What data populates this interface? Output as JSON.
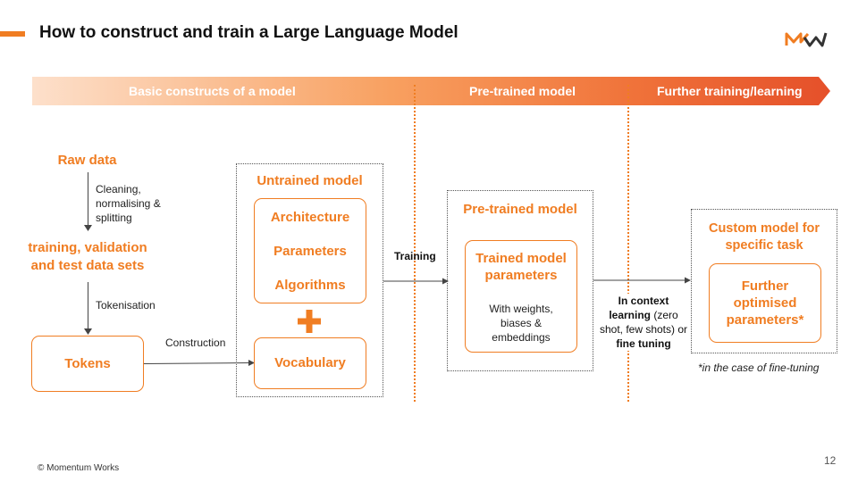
{
  "header": {
    "title": "How to construct and train a Large Language Model",
    "logo_icon": "momentum-works-logo-icon"
  },
  "banner": {
    "stage1": "Basic constructs of a model",
    "stage2": "Pre-trained model",
    "stage3": "Further training/learning"
  },
  "data_flow": {
    "raw_data": "Raw data",
    "step1_note": "Cleaning, normalising & splitting",
    "datasets": "training, validation and test data sets",
    "step2_note": "Tokenisation",
    "tokens": "Tokens",
    "step3_note": "Construction"
  },
  "untrained": {
    "title": "Untrained model",
    "items": [
      "Architecture",
      "Parameters",
      "Algorithms"
    ],
    "plus_icon": "plus-icon",
    "vocabulary": "Vocabulary"
  },
  "training_label": "Training",
  "pretrained": {
    "title": "Pre-trained model",
    "box_title": "Trained model parameters",
    "box_note": "With weights, biases & embeddings"
  },
  "transition": {
    "bold1": "In context learning",
    "normal1": " (zero shot, few shots) or ",
    "bold2": "fine tuning"
  },
  "custom": {
    "title": "Custom model for specific task",
    "box": "Further optimised parameters*",
    "footnote": "*in the case of fine-tuning"
  },
  "footer": {
    "copyright": "© Momentum Works",
    "page": "12"
  },
  "colors": {
    "accent": "#f07d22",
    "banner_start": "#fcd2b4",
    "banner_end": "#e8552a"
  }
}
